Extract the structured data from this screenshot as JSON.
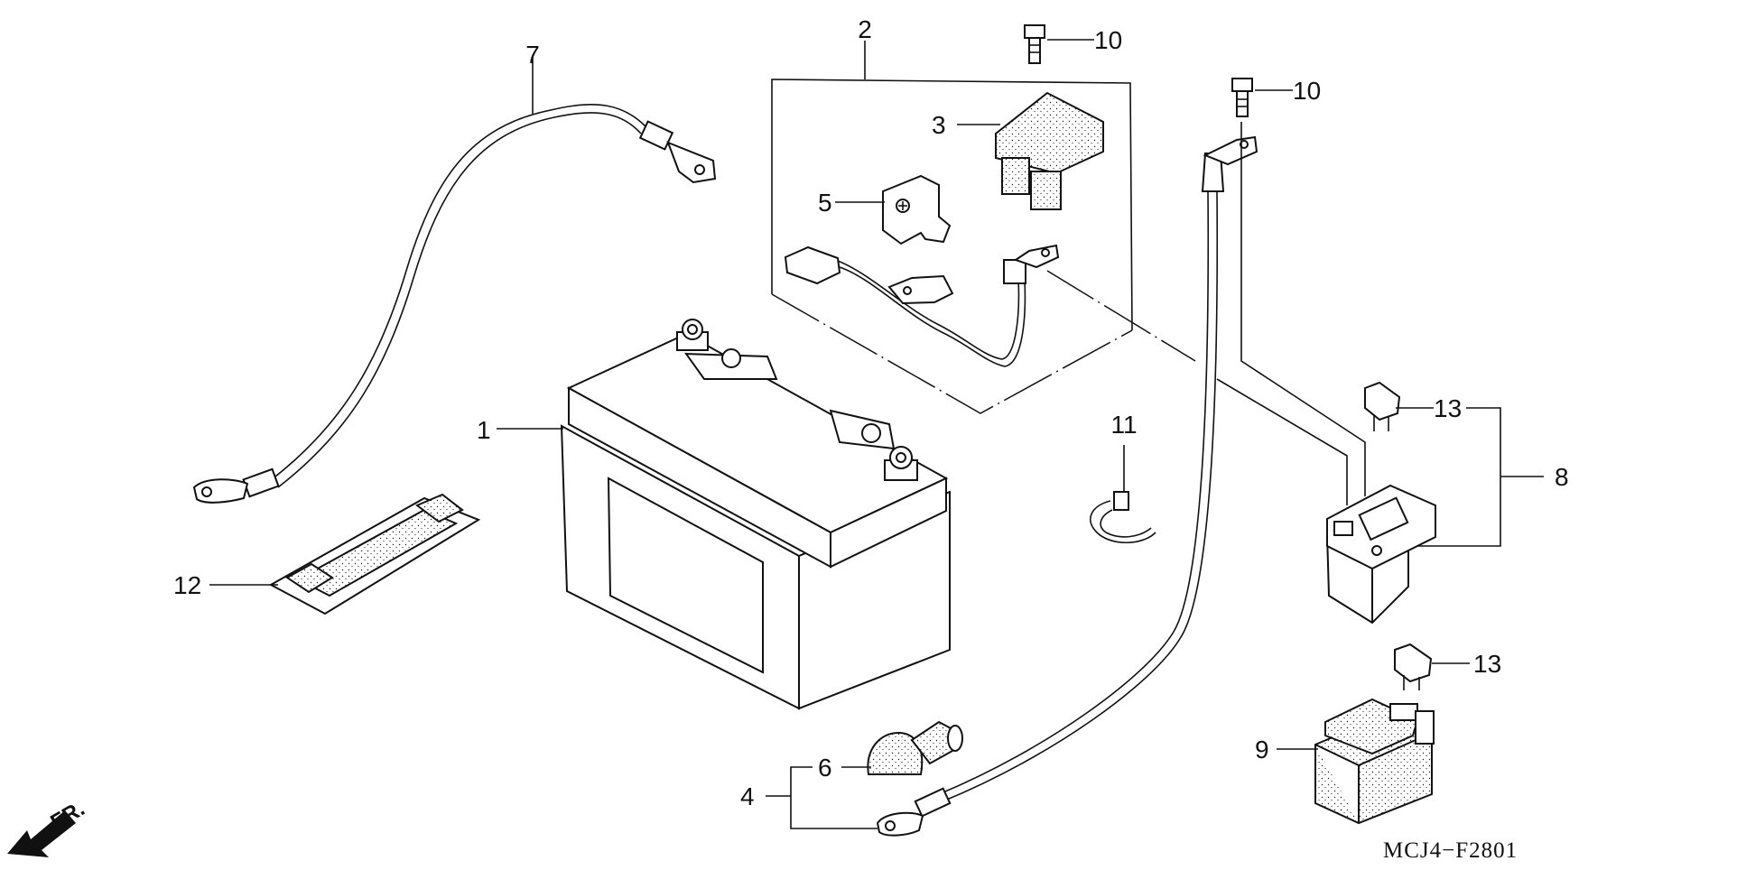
{
  "diagram": {
    "callouts": {
      "c1": "1",
      "c2": "2",
      "c3": "3",
      "c4": "4",
      "c5": "5",
      "c6": "6",
      "c7": "7",
      "c8": "8",
      "c9": "9",
      "c10a": "10",
      "c10b": "10",
      "c11": "11",
      "c12": "12",
      "c13a": "13",
      "c13b": "13"
    },
    "figure_code": "MCJ4−F2801",
    "direction_label": "FR."
  }
}
